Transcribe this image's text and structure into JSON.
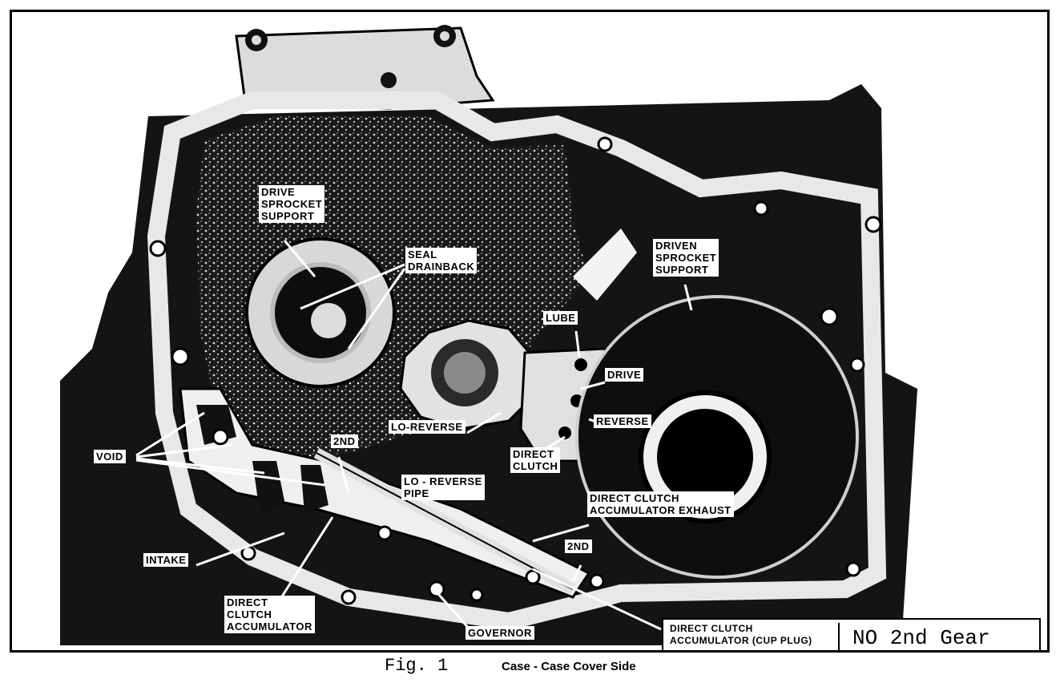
{
  "callouts": {
    "drive_sprocket_support": "DRIVE\nSPROCKET\nSUPPORT",
    "seal_drainback": "SEAL\nDRAINBACK",
    "driven_sprocket_support": "DRIVEN\nSPROCKET\nSUPPORT",
    "lube": "LUBE",
    "drive": "DRIVE",
    "reverse": "REVERSE",
    "lo_reverse": "LO-REVERSE",
    "direct_clutch": "DIRECT\nCLUTCH",
    "second_upper": "2ND",
    "lo_reverse_pipe": "LO - REVERSE\nPIPE",
    "void": "VOID",
    "direct_clutch_accumulator_exhaust": "DIRECT CLUTCH\nACCUMULATOR EXHAUST",
    "second_lower": "2ND",
    "intake": "INTAKE",
    "direct_clutch_accumulator": "DIRECT\nCLUTCH\nACCUMULATOR",
    "governor": "GOVERNOR",
    "direct_clutch_accumulator_cup_plug": "DIRECT CLUTCH\nACCUMULATOR (CUP PLUG)"
  },
  "note": "NO 2nd Gear",
  "caption": {
    "figure_number": "Fig. 1",
    "title": "Case - Case Cover Side"
  }
}
